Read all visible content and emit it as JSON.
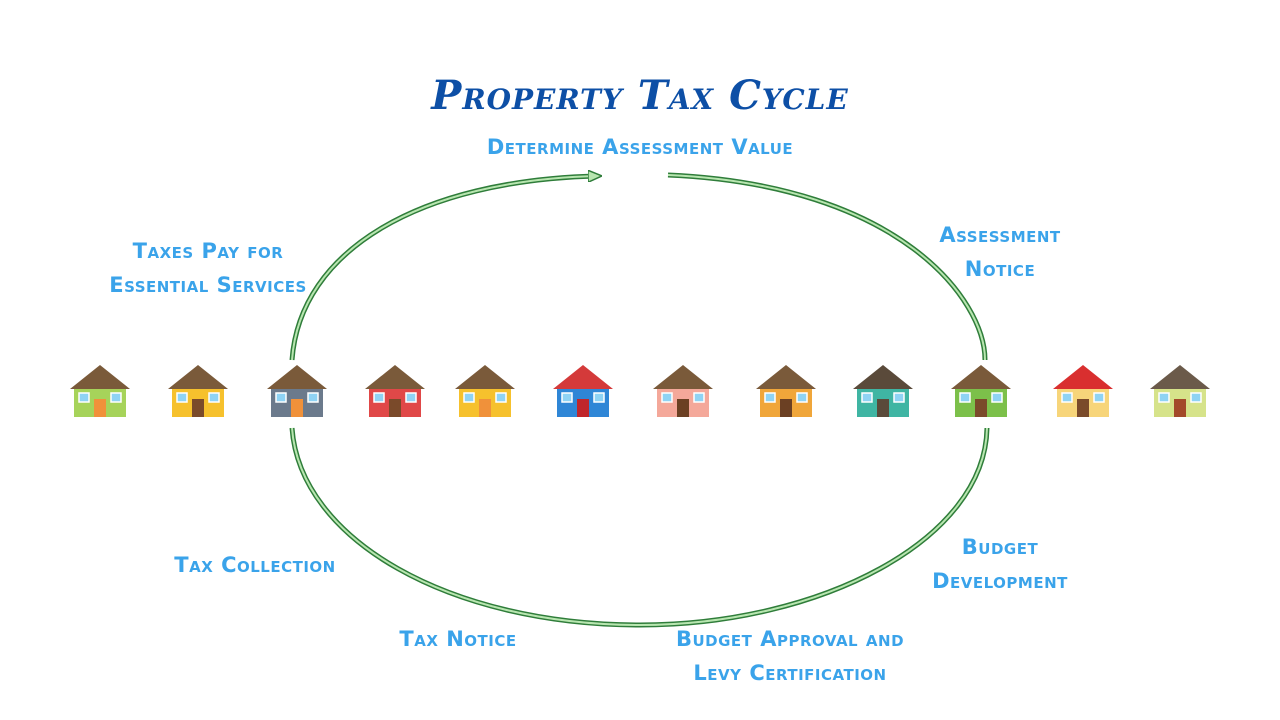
{
  "title": "Property Tax Cycle",
  "steps": {
    "determine": "Determine Assessment Value",
    "notice_line1": "Assessment",
    "notice_line2": "Notice",
    "budget_dev_line1": "Budget",
    "budget_dev_line2": "Development",
    "approval_line1": "Budget Approval and",
    "approval_line2": "Levy Certification",
    "tax_notice": "Tax Notice",
    "tax_collection": "Tax Collection",
    "services_line1": "Taxes Pay for",
    "services_line2": "Essential Services"
  },
  "colors": {
    "title": "#0d4fa6",
    "labels": "#3aa3ea",
    "cycle_line": "#2f7d3a",
    "cycle_fill": "#b8e6b0"
  },
  "houses": [
    {
      "icon": "house-icon",
      "wall": "#a6d35a",
      "roof": "#7a5a3a",
      "door": "#f0913a"
    },
    {
      "icon": "house-icon",
      "wall": "#f6c12d",
      "roof": "#7a5a3a",
      "door": "#7a4a2a"
    },
    {
      "icon": "house-icon",
      "wall": "#6b7a8c",
      "roof": "#7a5a3a",
      "door": "#f0913a"
    },
    {
      "icon": "house-icon",
      "wall": "#e04848",
      "roof": "#7a5a3a",
      "door": "#7a4a2a"
    },
    {
      "icon": "house-icon",
      "wall": "#f6c12d",
      "roof": "#7a5a3a",
      "door": "#f0913a"
    },
    {
      "icon": "house-icon",
      "wall": "#2f86d6",
      "roof": "#d43a3a",
      "door": "#c0262b"
    },
    {
      "icon": "house-icon",
      "wall": "#f4a89a",
      "roof": "#7a5a3a",
      "door": "#6b4023"
    },
    {
      "icon": "house-icon",
      "wall": "#f0a63a",
      "roof": "#7a5a3a",
      "door": "#6b4023"
    },
    {
      "icon": "house-icon",
      "wall": "#3fb5a3",
      "roof": "#5a4a3a",
      "door": "#5a4a3a"
    },
    {
      "icon": "house-icon",
      "wall": "#7cc04a",
      "roof": "#7a5a3a",
      "door": "#7a4a2a"
    },
    {
      "icon": "house-icon",
      "wall": "#f7d57a",
      "roof": "#d92f2f",
      "door": "#7a4a2a"
    },
    {
      "icon": "house-icon",
      "wall": "#d6e38a",
      "roof": "#6b5a4a",
      "door": "#a34a2a"
    }
  ]
}
